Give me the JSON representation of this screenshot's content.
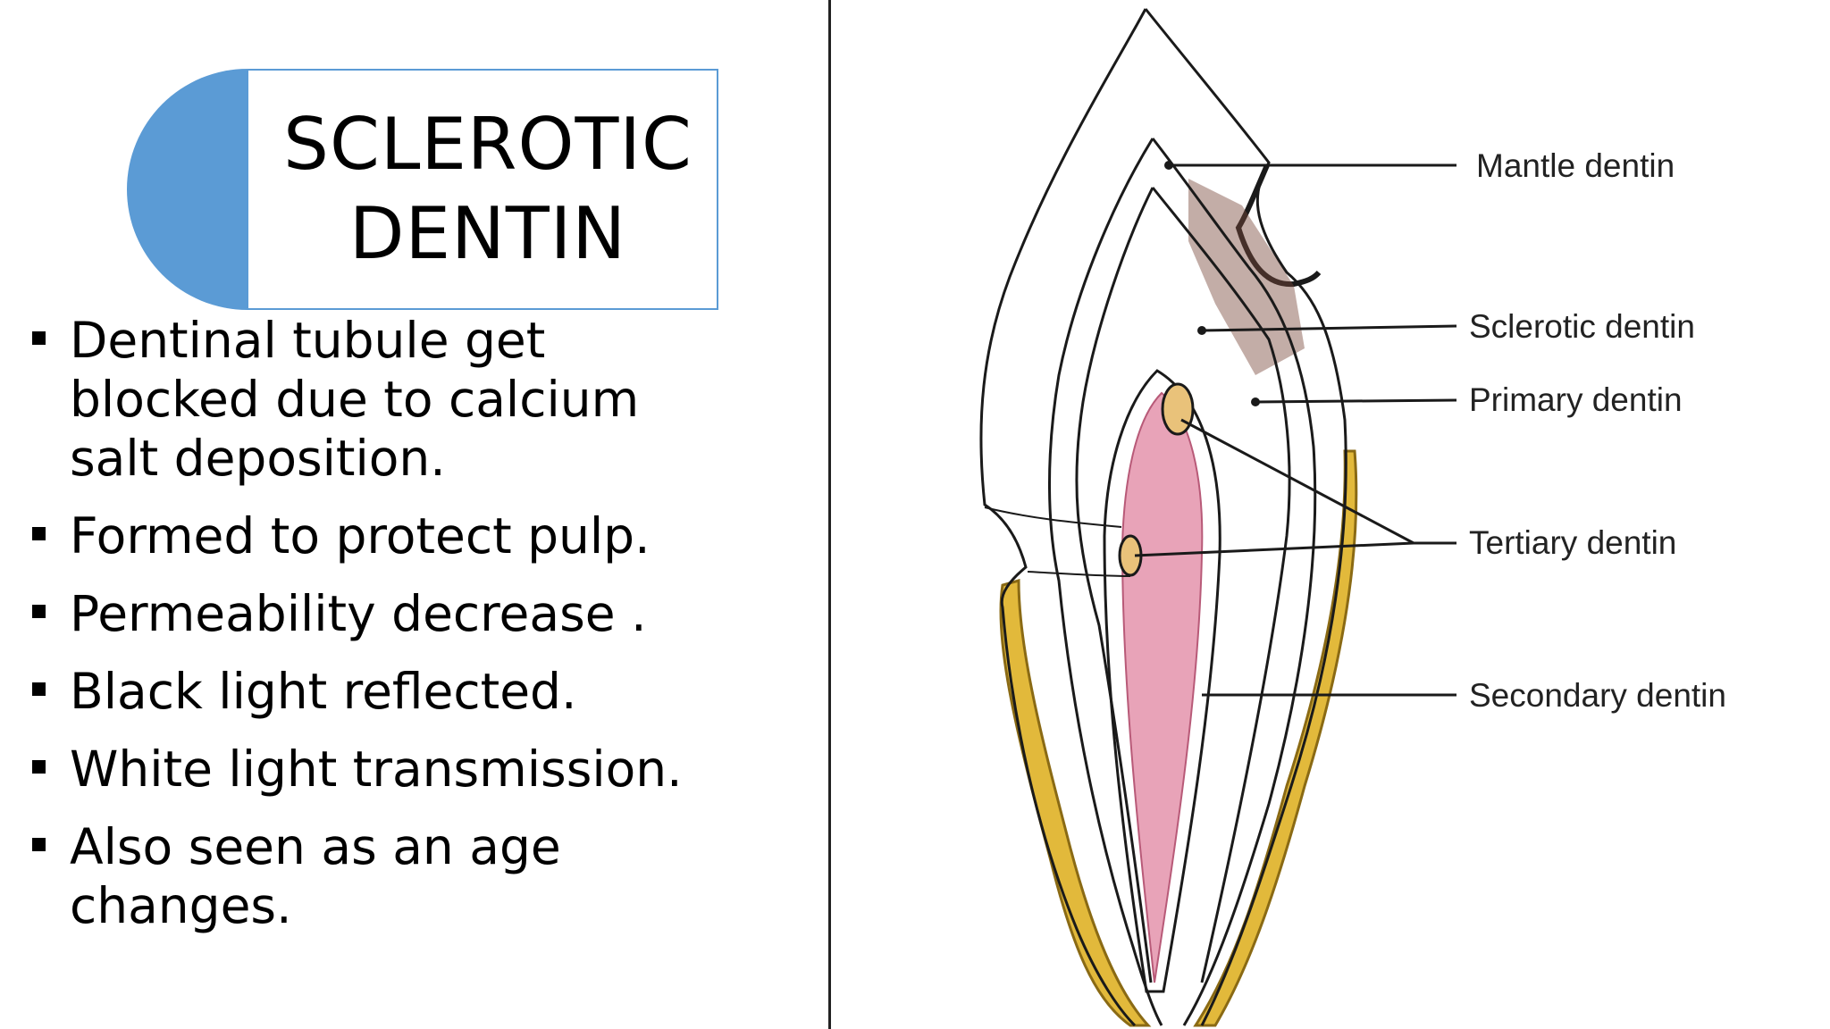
{
  "title": {
    "line1": "SCLEROTIC",
    "line2": "DENTIN"
  },
  "bullets": [
    "Dentinal tubule get\nblocked due to calcium\nsalt deposition.",
    "Formed to protect pulp.",
    "Permeability decrease .",
    "Black light reflected.",
    "White light transmission.",
    "Also seen as an age\nchanges."
  ],
  "diagram": {
    "labels": {
      "mantle": "Mantle dentin",
      "sclerotic": "Sclerotic dentin",
      "primary": "Primary dentin",
      "tertiary": "Tertiary dentin",
      "secondary": "Secondary dentin"
    },
    "colors": {
      "accent": "#5b9bd5",
      "pulp": "#e8a3b8",
      "tertiary": "#e9c27a",
      "cementum": "#e2b93b",
      "sclerotic_shading": "#7a4a3c"
    }
  }
}
